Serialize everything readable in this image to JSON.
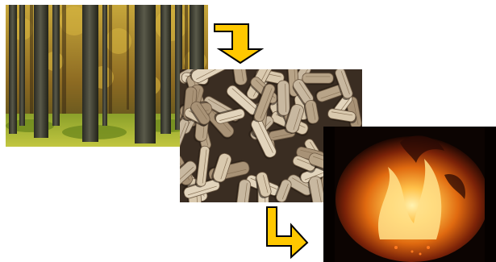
{
  "stages": [
    {
      "id": "forest",
      "subject": "forest"
    },
    {
      "id": "pellets",
      "subject": "wood-pellets"
    },
    {
      "id": "fire",
      "subject": "furnace-fire"
    }
  ],
  "colors": {
    "arrow_fill": "#ffc800",
    "arrow_stroke": "#000000",
    "background": "#ffffff"
  }
}
